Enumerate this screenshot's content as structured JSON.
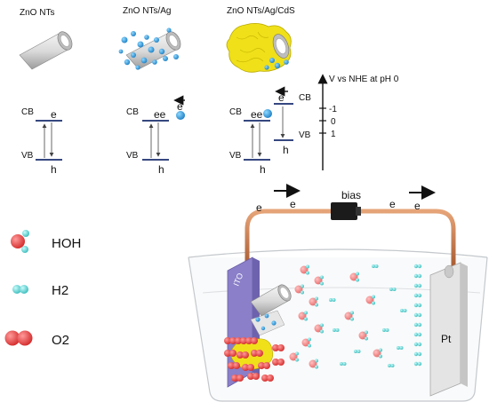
{
  "top_labels": {
    "zno": "ZnO NTs",
    "zno_ag": "ZnO NTs/Ag",
    "zno_ag_cds": "ZnO NTs/Ag/CdS"
  },
  "bands": {
    "cb": "CB",
    "vb": "VB",
    "e": "e",
    "ee": "ee",
    "h": "h"
  },
  "axis": {
    "title": "V vs NHE at pH 0",
    "ticks": [
      "-1",
      "0",
      "1"
    ]
  },
  "circuit": {
    "bias": "bias",
    "electrons": [
      "e",
      "e",
      "e",
      "e"
    ]
  },
  "legend": [
    {
      "label": "HOH"
    },
    {
      "label": "H2"
    },
    {
      "label": "O2"
    }
  ],
  "electrodes": {
    "ito": "ITO",
    "pt": "Pt"
  },
  "colors": {
    "water": "#e84a4a",
    "hydrogen": "#5ed3d3",
    "oxygen": "#e63030",
    "ag": "#2f9fdc",
    "cds": "#f0e020",
    "wire": "#c97b4a",
    "ito_plate": "#8a7fc8",
    "band_line": "#1a2d6e"
  }
}
